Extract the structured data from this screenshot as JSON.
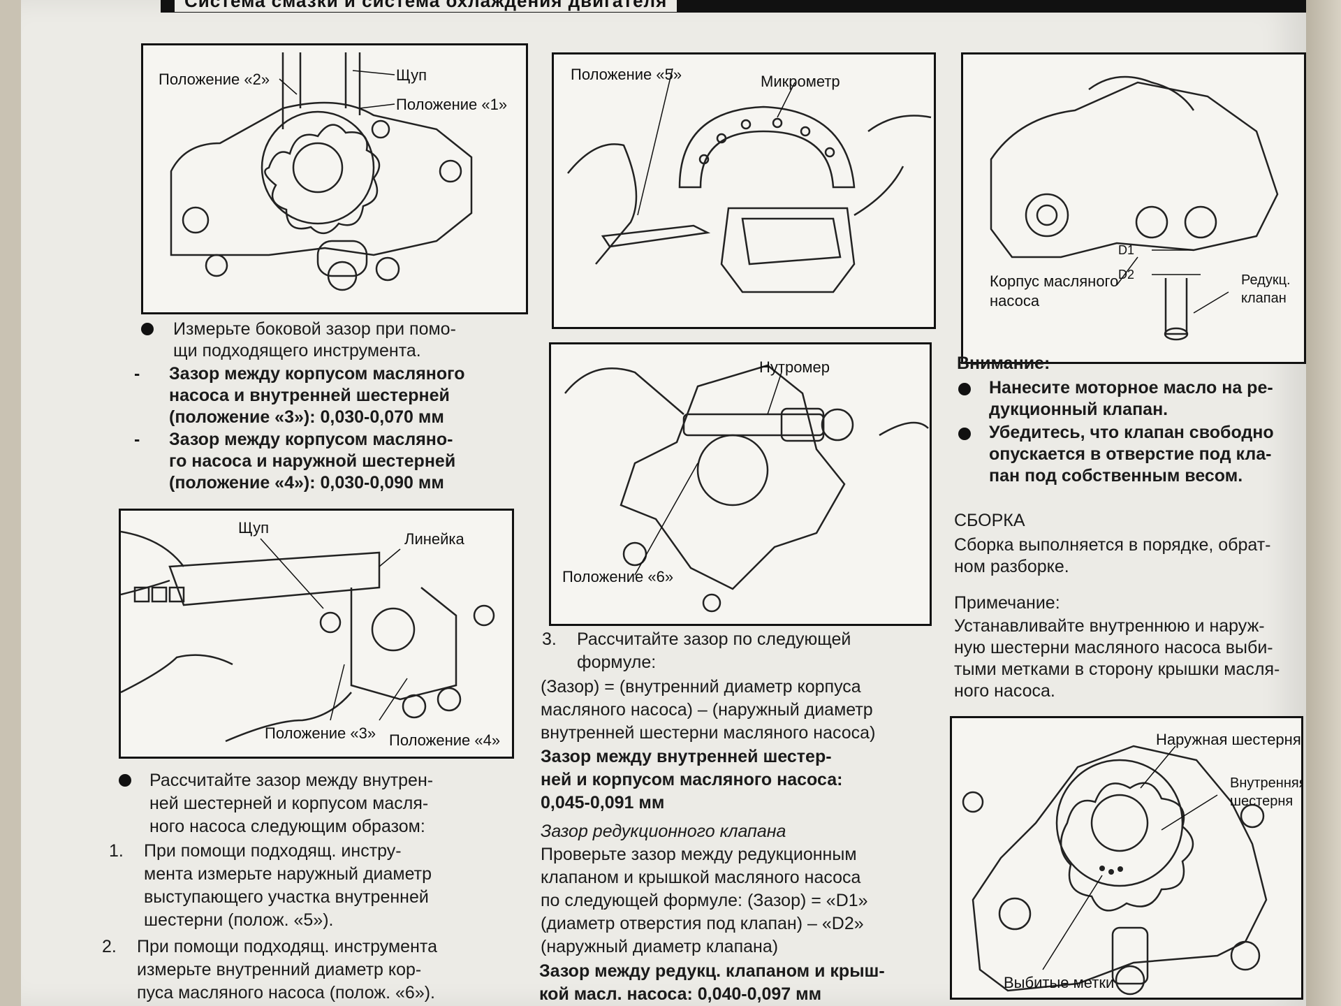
{
  "header": {
    "title": "Система смазки и система охлаждения двигателя"
  },
  "fig1": {
    "labels": [
      "Положение «2»",
      "Щуп",
      "Положение «1»"
    ]
  },
  "col1": {
    "bullet1": [
      "Измерьте боковой зазор при помо-",
      "щи подходящего инструмента."
    ],
    "dash": "-",
    "spec1": [
      "Зазор между корпусом масляного",
      "насоса и внутренней шестерней",
      "(положение «3»): 0,030-0,070 мм"
    ],
    "spec2": [
      "Зазор между корпусом масляно-",
      "го насоса и наружной шестерней",
      "(положение «4»): 0,030-0,090 мм"
    ]
  },
  "fig2": {
    "labels": [
      "Щуп",
      "Линейка",
      "Положение «3»",
      "Положение «4»"
    ]
  },
  "col1b": {
    "bullet2": [
      "Рассчитайте зазор между внутрен-",
      "ней шестерней и корпусом масля-",
      "ного насоса следующим образом:"
    ],
    "step1_num": "1.",
    "step1": [
      "При помощи подходящ. инстру-",
      "мента измерьте наружный диаметр",
      "выступающего участка внутренней",
      "шестерни (полож. «5»)."
    ],
    "step2_num": "2.",
    "step2": [
      "При помощи подходящ. инструмента",
      "измерьте внутренний диаметр кор-",
      "пуса масляного насоса (полож. «6»)."
    ]
  },
  "fig3": {
    "labels": [
      "Положение «5»",
      "Микрометр"
    ]
  },
  "fig4": {
    "labels": [
      "Нутромер",
      "Положение «6»"
    ]
  },
  "col2": {
    "step3_num": "3.",
    "step3": [
      "Рассчитайте зазор по следующей",
      "формуле:"
    ],
    "formula": [
      "(Зазор) = (внутренний диаметр корпуса",
      "масляного насоса) – (наружный диаметр",
      "внутренней шестерни масляного насоса)"
    ],
    "spec3": [
      "Зазор между внутренней шестер-",
      "ней и корпусом масляного насоса:",
      "0,045-0,091 мм"
    ],
    "subhead": "Зазор редукционного клапана",
    "para": [
      "Проверьте зазор между редукционным",
      "клапаном и крышкой масляного насоса",
      "по следующей формуле: (Зазор) = «D1»",
      "(диаметр отверстия под клапан) – «D2»",
      "(наружный диаметр клапана)"
    ],
    "spec4": [
      "Зазор между редукц. клапаном и крыш-",
      "кой масл. насоса: 0,040-0,097 мм"
    ]
  },
  "fig5": {
    "labels": [
      "D1",
      "D2",
      "Корпус масляного",
      "насоса",
      "Редукц.",
      "клапан"
    ]
  },
  "col3": {
    "attention": "Внимание:",
    "att1": [
      "Нанесите моторное масло на ре-",
      "дукционный клапан."
    ],
    "att2": [
      "Убедитесь, что клапан свободно",
      "опускается в отверстие под кла-",
      "пан под собственным весом."
    ],
    "assembly_head": "СБОРКА",
    "assembly": [
      "Сборка выполняется в порядке, обрат-",
      "ном разборке."
    ],
    "note_head": "Примечание:",
    "note": [
      "Устанавливайте внутреннюю и наруж-",
      "ную шестерни масляного насоса выби-",
      "тыми метками в сторону крышки масля-",
      "ного насоса."
    ]
  },
  "fig6": {
    "labels": [
      "Наружная шестерня",
      "Внутренняя",
      "шестерня",
      "Выбитые метки"
    ]
  }
}
